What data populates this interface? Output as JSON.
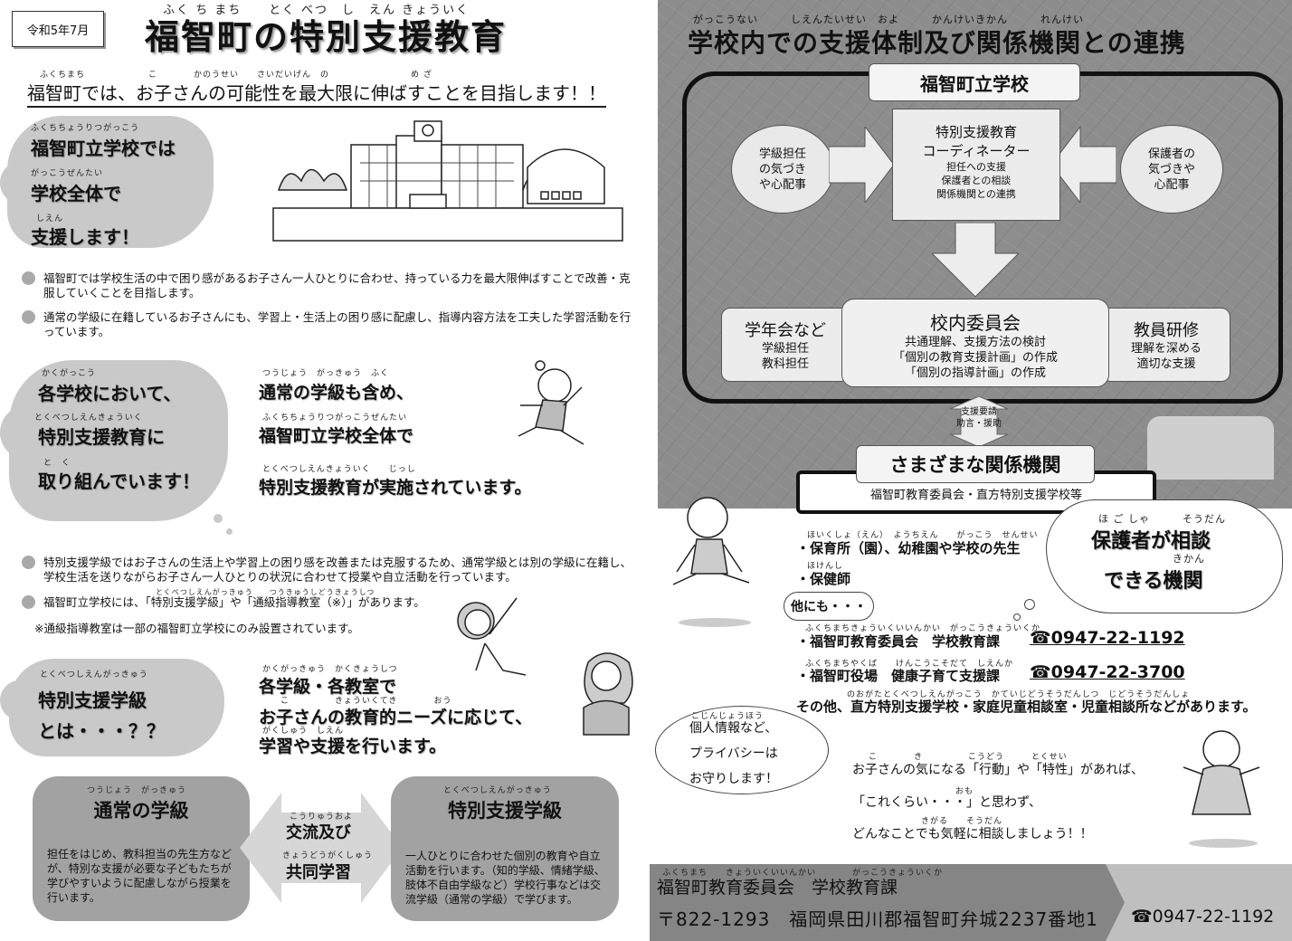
{
  "header": {
    "date": "令和5年7月",
    "title": "福智町の特別支援教育",
    "title_ruby": "ふく ち まち　　とく べつ　し　えん きょういく",
    "subtitle": "福智町では、お子さんの可能性を最大限に伸ばすことを目指します！！",
    "subtitle_ruby": "ふくちまち　　　　　　　こ　　　　かのうせい　　さいだいげん　の　　　　　　　　　め ざ"
  },
  "cloud1": {
    "lines": [
      "福智町立学校では",
      "学校全体で",
      "支援します！"
    ],
    "rubies": [
      "ふくちちょうりつがっこう",
      "がっこうぜんたい",
      "しえん"
    ]
  },
  "bullets1": [
    "福智町では学校生活の中で困り感があるお子さん一人ひとりに合わせ、持っている力を最大限伸ばすことで改善・克服していくことを目指します。",
    "通常の学級に在籍しているお子さんにも、学習上・生活上の困り感に配慮し、指導内容方法を工夫した学習活動を行っています。"
  ],
  "cloud2": {
    "lines": [
      "各学校において、",
      "特別支援教育に",
      "取り組んでいます！"
    ],
    "rubies": [
      "かくがっこう",
      "とくべつしえんきょういく",
      "と　く"
    ]
  },
  "middle_text": {
    "lines": [
      "通常の学級も含め、",
      "福智町立学校全体で",
      "特別支援教育が実施されています。"
    ],
    "rubies": [
      "つうじょう　がっきゅう　ふく",
      "ふくちちょうりつがっこうぜんたい",
      "とくべつしえんきょういく　　じっし"
    ]
  },
  "bullets2": [
    "特別支援学級ではお子さんの生活上や学習上の困り感を改善または克服するため、通常学級とは別の学級に在籍し、学校生活を送りながらお子さん一人ひとりの状況に合わせて授業や自立活動を行っています。",
    "福智町立学校には、「特別支援学級」や「通級指導教室（※）」があります。"
  ],
  "bullet2_ruby": "とくべつしえんがっきゅう　　つうきゅうしどうきょうしつ",
  "note": "※通級指導教室は一部の福智町立学校にのみ設置されています。",
  "cloud3": {
    "lines": [
      "特別支援学級",
      "とは・・・？？"
    ],
    "ruby": "とくべつしえんがっきゅう"
  },
  "lower_text": {
    "lines": [
      "各学級・各教室で",
      "お子さんの教育的ニーズに応じて、",
      "学習や支援を行います。"
    ],
    "rubies": [
      "かくがっきゅう　かくきょうしつ",
      "こ　　　　　きょういくてき　　　　おう",
      "がくしゅう　しえん"
    ]
  },
  "panel_left": {
    "title": "通常の学級",
    "ruby": "つうじょう　がっきゅう",
    "body": "担任をはじめ、教科担当の先生方などが、特別な支援が必要な子どもたちが学びやすいように配慮しながら授業を行います。"
  },
  "panel_center": {
    "line1": "交流及び",
    "line2": "共同学習",
    "ruby1": "こうりゅうおよ",
    "ruby2": "きょうどうがくしゅう"
  },
  "panel_right": {
    "title": "特別支援学級",
    "ruby": "とくべつしえんがっきゅう",
    "body": "一人ひとりに合わせた個別の教育や自立活動を行います。（知的学級、情緒学級、肢体不自由学級など）学校行事などは交流学級（通常の学級）で学びます。"
  },
  "right": {
    "title": "学校内での支援体制及び関係機関との連携",
    "title_ruby": "がっこうない　　　しえんたいせい　およ　　　かんけいきかん　　　れんけい",
    "school_label": "福智町立学校",
    "ellipse_left": "学級担任\nの気づき\nや心配事",
    "ellipse_right": "保護者の\n気づきや\n心配事",
    "coordinator": {
      "title1": "特別支援教育",
      "title2": "コーディネーター",
      "items": [
        "担任への支援",
        "保護者との相談",
        "関係機関との連携"
      ]
    },
    "committee": {
      "title": "校内委員会",
      "items": [
        "共通理解、支援方法の検討",
        "「個別の教育支援計画」の作成",
        "「個別の指導計画」の作成"
      ]
    },
    "grade_box": {
      "title": "学年会など",
      "items": [
        "学級担任",
        "教科担任"
      ]
    },
    "training_box": {
      "title": "教員研修",
      "items": [
        "理解を深める",
        "適切な支援"
      ]
    },
    "request_arrow": [
      "支援要請",
      "助言・援助"
    ],
    "agencies_label": "さまざまな関係機関",
    "agencies_sub": "福智町教育委員会・直方特別支援学校等",
    "consult_cloud": {
      "line1": "保護者が相談",
      "line2": "できる機関",
      "ruby1": "ほ ご しゃ　　　そうだん",
      "ruby2": "きかん"
    },
    "list": [
      {
        "text": "・保育所（園）、幼稚園や学校の先生",
        "ruby": "ほいくしょ（えん）　ようちえん　　がっこう　せんせい"
      },
      {
        "text": "・保健師",
        "ruby": "ほけんし"
      }
    ],
    "others": "他にも・・・",
    "contacts": [
      {
        "name": "・福智町教育委員会　学校教育課",
        "ruby": "ふくちまちきょういくいいんかい　がっこうきょういくか",
        "phone": "☎0947-22-1192"
      },
      {
        "name": "・福智町役場　健康子育て支援課",
        "ruby": "ふくちまちやくば　　けんこうこそだて　しえんか",
        "phone": "☎0947-22-3700"
      }
    ],
    "others_line": "その他、直方特別支援学校・家庭児童相談室・児童相談所などがあります。",
    "others_ruby": "のおがたとくべつしえんがっこう　かていじどうそうだんしつ　じどうそうだんしょ",
    "privacy": {
      "lines": [
        "個人情報など、",
        "プライバシーは",
        "お守りします！"
      ],
      "ruby": "こじんじょうほう"
    },
    "advice": [
      "お子さんの気になる「行動」や「特性」があれば、",
      "「これくらい・・・」と思わず、",
      "どんなことでも気軽に相談しましょう！！"
    ],
    "advice_rubies": [
      "こ　　　　き　　　　　こうどう　　　とくせい",
      "おも",
      "きがる　　そうだん"
    ]
  },
  "footer": {
    "ruby": "ふくちまち　　きょういくいいんかい　　　　がっこうきょういくか",
    "office": "福智町教育委員会　学校教育課",
    "address": "〒822-1293　福岡県田川郡福智町弁城2237番地1",
    "phone": "☎0947-22-1192"
  },
  "colors": {
    "panel": "#a2a2a2",
    "cloud": "#c9c9c9",
    "board": "#8d8d8d",
    "footer_dark": "#858585"
  }
}
